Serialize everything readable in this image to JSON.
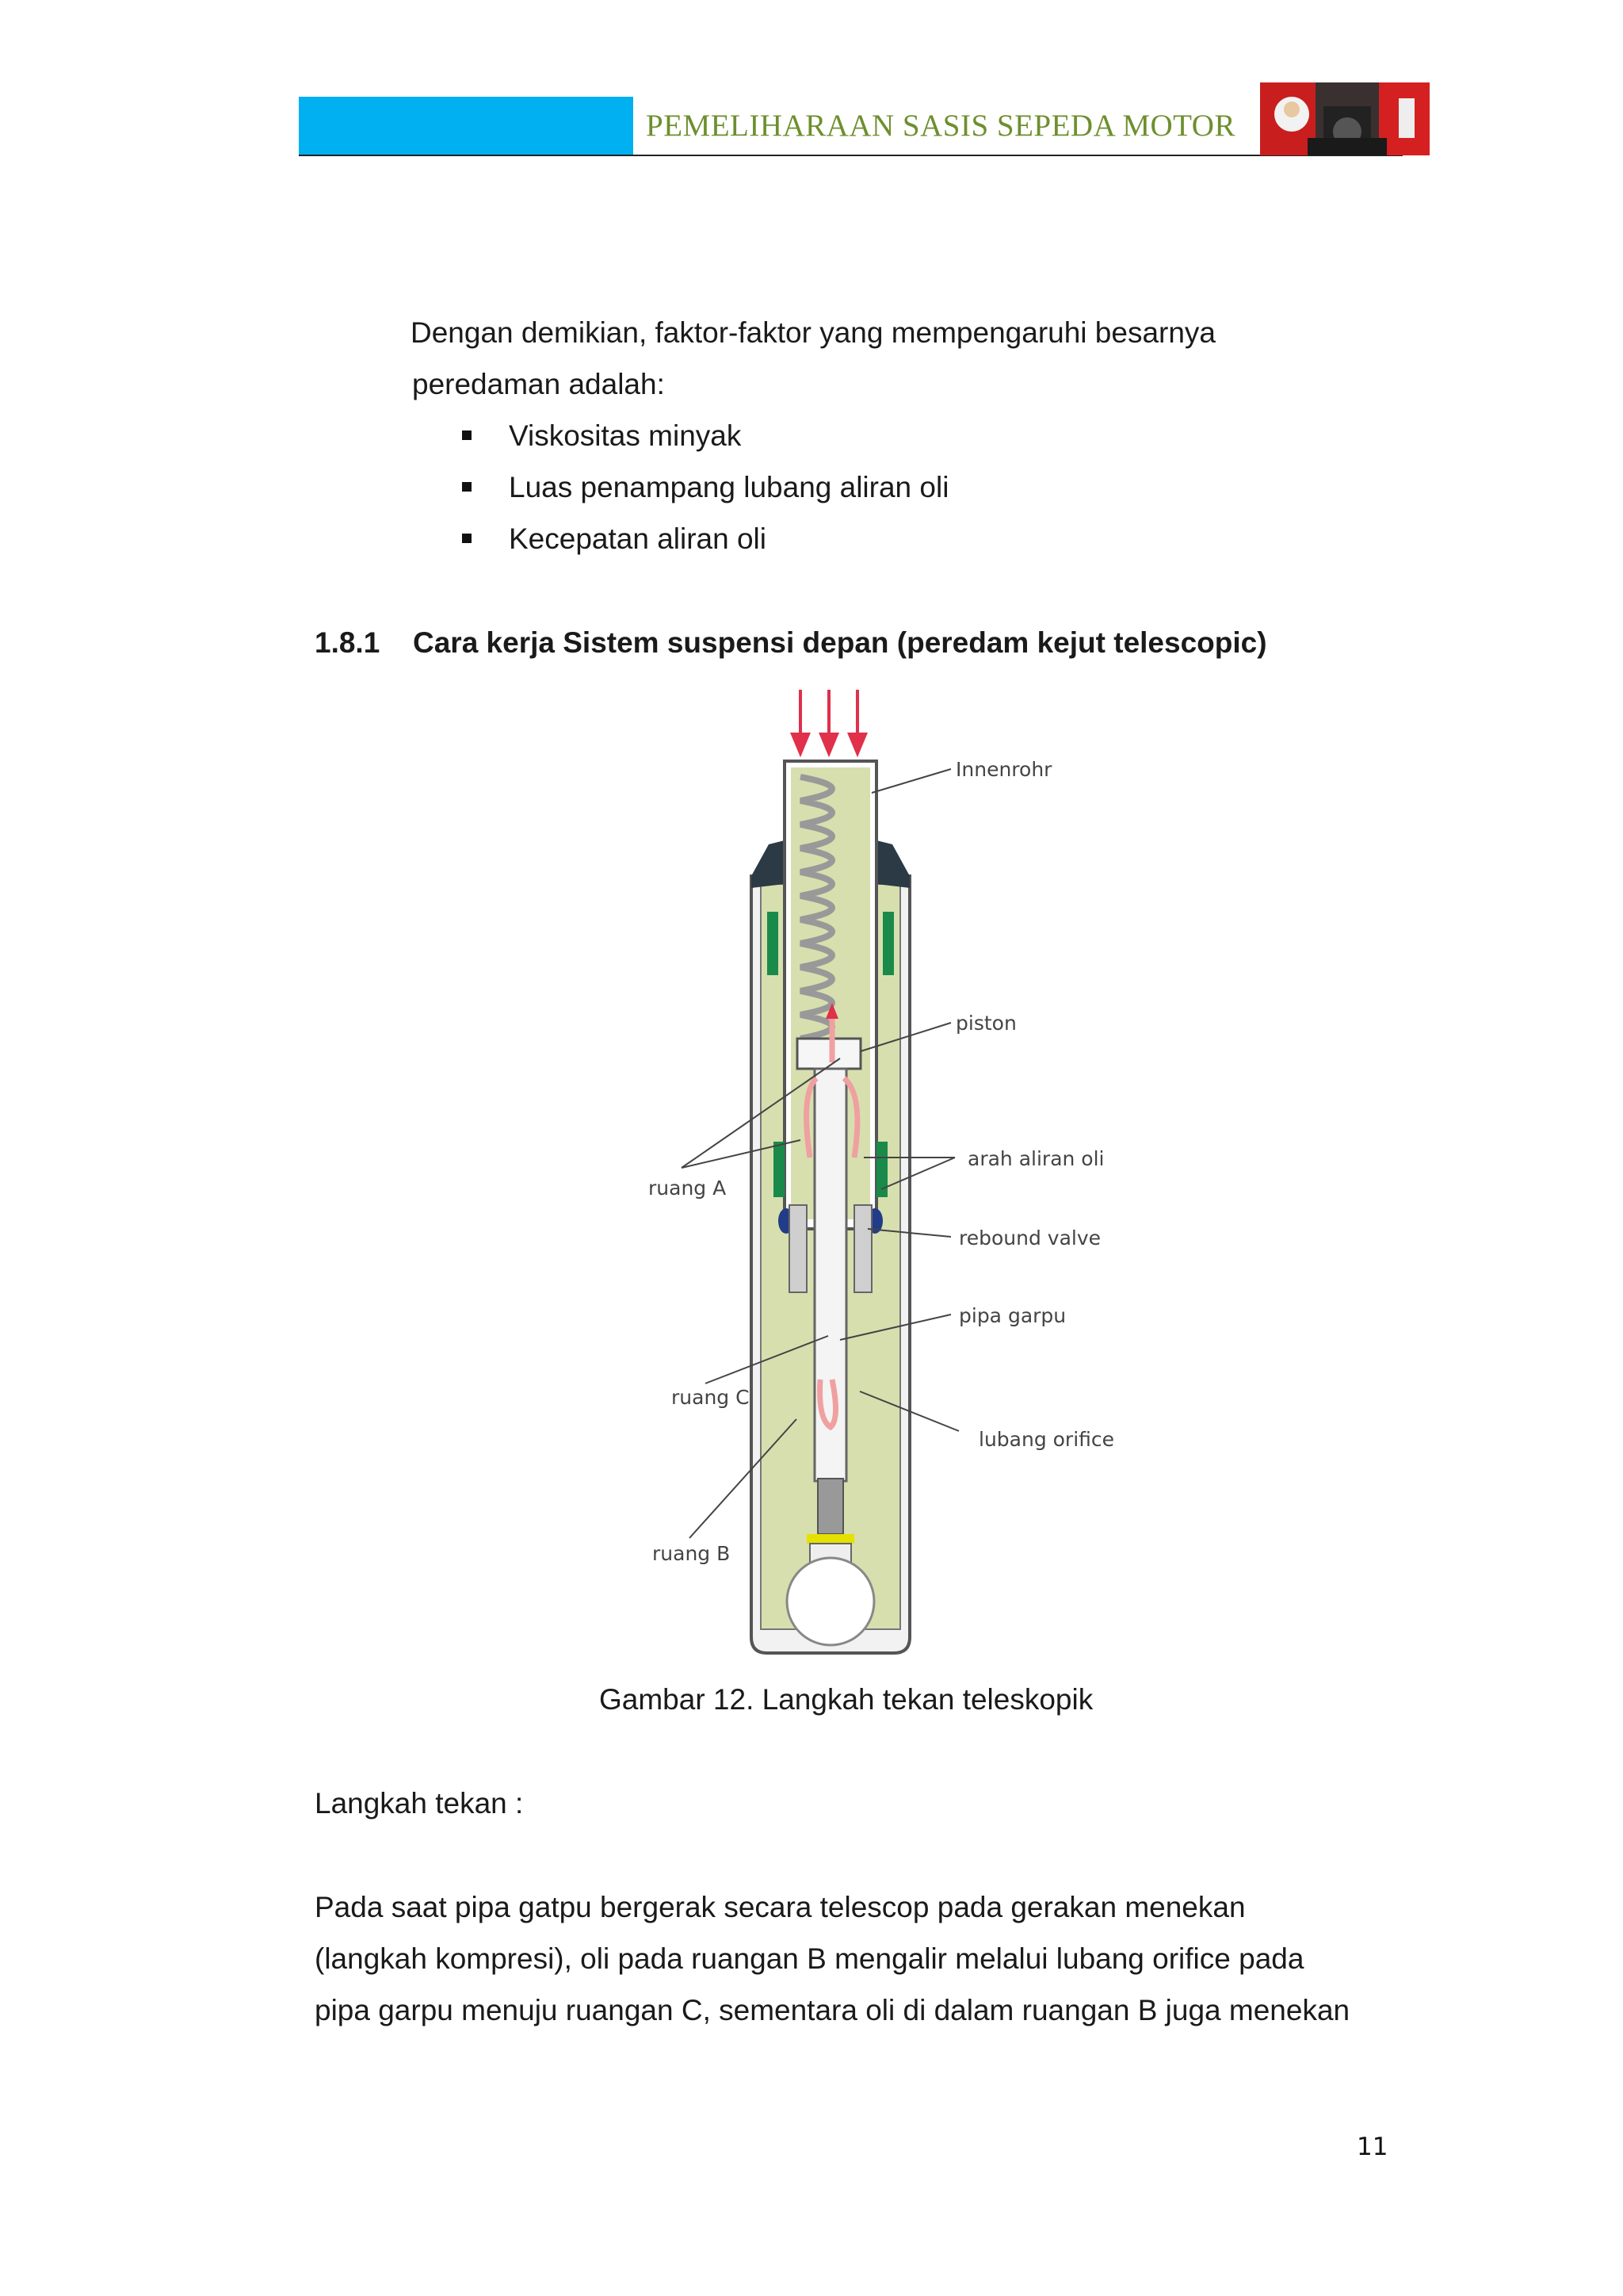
{
  "header": {
    "title": "PEMELIHARAAN SASIS SEPEDA MOTOR"
  },
  "intro": {
    "line1": "Dengan demikian, faktor-faktor yang mempengaruhi besarnya",
    "line2": "peredaman adalah:",
    "bullets": [
      "Viskositas minyak",
      "Luas penampang lubang aliran oli",
      "Kecepatan aliran oli"
    ]
  },
  "section": {
    "number": "1.8.1",
    "title": "Cara kerja Sistem suspensi depan (peredam kejut telescopic)"
  },
  "figure": {
    "labels": {
      "innenrohr": "Innenrohr",
      "piston": "piston",
      "arah_aliran_oli": "arah aliran oli",
      "ruang_a": "ruang A",
      "rebound_valve": "rebound valve",
      "pipa_garpu": "pipa garpu",
      "ruang_c": "ruang C",
      "lubang_orifice": "lubang orifice",
      "ruang_b": "ruang B"
    },
    "caption": "Gambar 12. Langkah tekan teleskopik"
  },
  "body": {
    "subheading": "Langkah tekan :",
    "para_line1": "Pada saat pipa gatpu bergerak secara telescop pada gerakan menekan",
    "para_line2": "(langkah kompresi), oli pada ruangan B mengalir melalui lubang orifice pada",
    "para_line3": "pipa garpu menuju ruangan C, sementara oli di dalam ruangan B juga menekan"
  },
  "page_number": "11",
  "colors": {
    "header_bar": "#00b0f0",
    "header_text": "#6e8f2e",
    "oil_fill": "#d7dfae",
    "arrow_red": "#e0304a",
    "seal_green": "#1a8a4a"
  }
}
